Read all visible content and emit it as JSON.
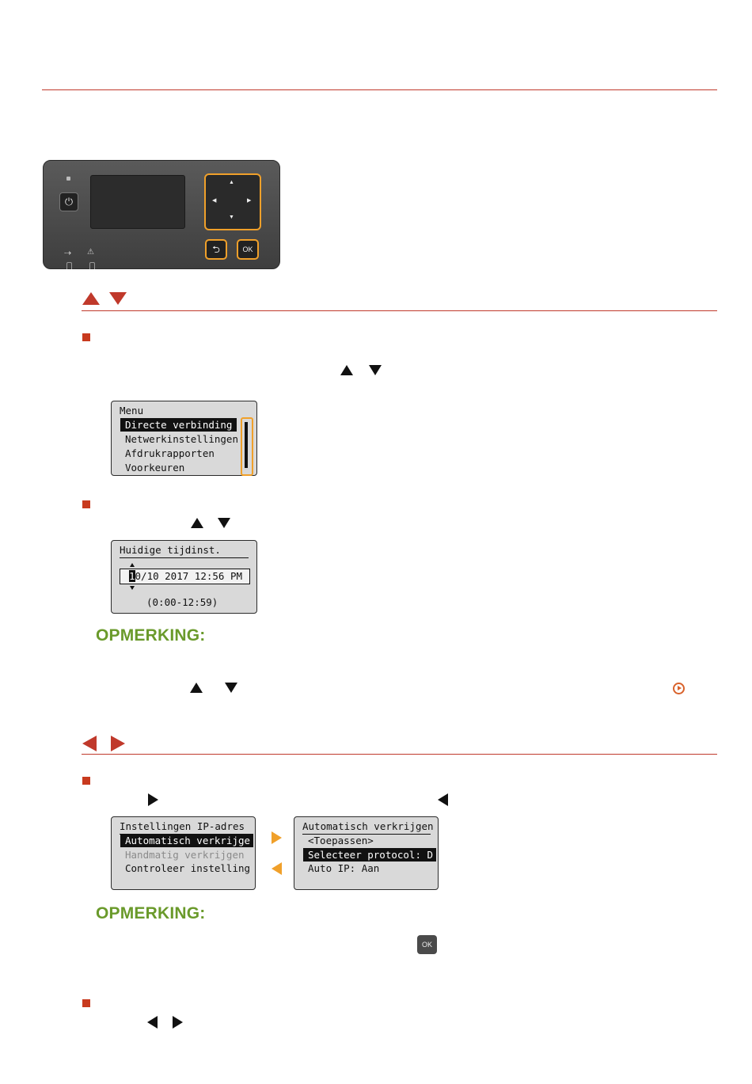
{
  "panel": {
    "back_label": "⮌",
    "ok_label": "OK",
    "power_symbol": "⏻",
    "arrow_up": "▲",
    "arrow_down": "▼",
    "arrow_left": "◀",
    "arrow_right": "▶",
    "data_icon": "⇢",
    "error_icon": "⚠"
  },
  "screens": {
    "menu": {
      "title": "Menu",
      "items": [
        "Directe verbinding",
        "Netwerkinstellingen",
        "Afdrukrapporten",
        "Voorkeuren"
      ],
      "selected_index": 0
    },
    "time": {
      "title": "Huidige tijdinst.",
      "cursor_char": "1",
      "value_rest": "0/10 2017 12:56 PM",
      "range": "(0:00-12:59)"
    },
    "ip": {
      "title": "Instellingen IP-adres",
      "items": [
        "Automatisch verkrijge",
        "Handmatig verkrijgen",
        "Controleer instelling"
      ],
      "selected_index": 0,
      "dimmed_index": 1
    },
    "auto": {
      "title": "Automatisch verkrijgen",
      "items": [
        "<Toepassen>",
        "Selecteer protocol: D",
        "Auto IP: Aan"
      ],
      "selected_index": 1
    }
  },
  "notes": {
    "label_1": "OPMERKING:",
    "label_2": "OPMERKING:"
  },
  "ok_icon_label": "OK",
  "colors": {
    "accent_red": "#c0392b",
    "note_green": "#6a9a2b",
    "highlight_orange": "#f0a02a"
  }
}
